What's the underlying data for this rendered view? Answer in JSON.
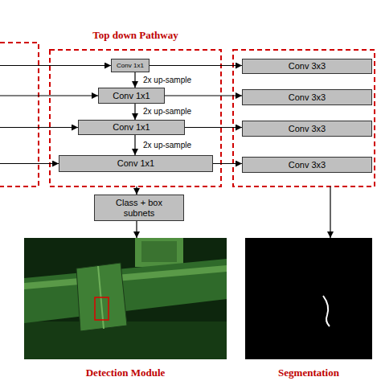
{
  "diagram": {
    "nodes": [
      {
        "text": [
          "Top down Pathway"
        ]
      },
      {
        "text": [
          "Conv 1x1"
        ],
        "in": 0
      },
      {
        "text": [
          "Conv 1x1"
        ],
        "in": 0
      },
      {
        "text": [
          "Conv 1x1"
        ],
        "in": 0
      },
      {
        "text": [
          "Conv 1x1"
        ],
        "in": 0
      },
      {
        "text": [
          "Conv 3x3"
        ]
      },
      {
        "text": [
          "Conv 3x3"
        ]
      },
      {
        "text": [
          "Conv 3x3"
        ]
      },
      {
        "text": [
          "Conv 3x3"
        ]
      },
      {
        "text": [
          "Class + box subnets"
        ]
      },
      {
        "text": [
          "Detection Module"
        ]
      },
      {
        "text": [
          "Segmentation"
        ]
      }
    ],
    "edges": [
      {
        "from": 1,
        "to": 2,
        "arrow": "to",
        "label": "2x up-sample"
      },
      {
        "from": 2,
        "to": 3,
        "arrow": "to",
        "label": "2x up-sample"
      },
      {
        "from": 3,
        "to": 4,
        "arrow": "to",
        "label": "2x up-sample"
      },
      {
        "from": 1,
        "to": 5,
        "arrow": "to"
      },
      {
        "from": 2,
        "to": 6,
        "arrow": "to"
      },
      {
        "from": 3,
        "to": 7,
        "arrow": "to"
      },
      {
        "from": 4,
        "to": 8,
        "arrow": "to"
      },
      {
        "from": 0,
        "to": 9,
        "arrow": "to"
      },
      {
        "from": 9,
        "to": 10,
        "arrow": "to"
      }
    ]
  }
}
